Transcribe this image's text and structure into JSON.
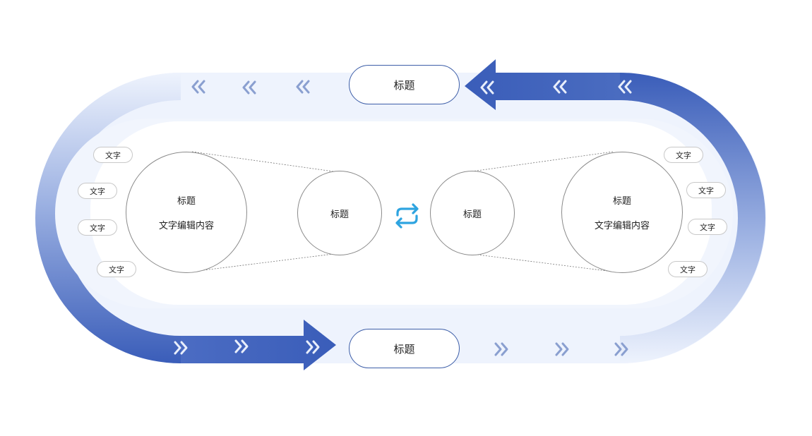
{
  "top_title": "标题",
  "bottom_title": "标题",
  "left_big_circle": {
    "title": "标题",
    "body": "文字编辑内容"
  },
  "right_big_circle": {
    "title": "标题",
    "body": "文字编辑内容"
  },
  "left_small_circle": {
    "title": "标题"
  },
  "right_small_circle": {
    "title": "标题"
  },
  "left_tags": [
    "文字",
    "文字",
    "文字",
    "文字"
  ],
  "right_tags": [
    "文字",
    "文字",
    "文字",
    "文字"
  ],
  "icons": {
    "cycle": "cycle-arrows-icon",
    "chevron_left": "double-chevron-left-icon",
    "chevron_right": "double-chevron-right-icon"
  },
  "colors": {
    "primary_blue": "#3d5ea8",
    "light_blue": "#eef3fd",
    "cycle_icon": "#2ea4e0"
  }
}
